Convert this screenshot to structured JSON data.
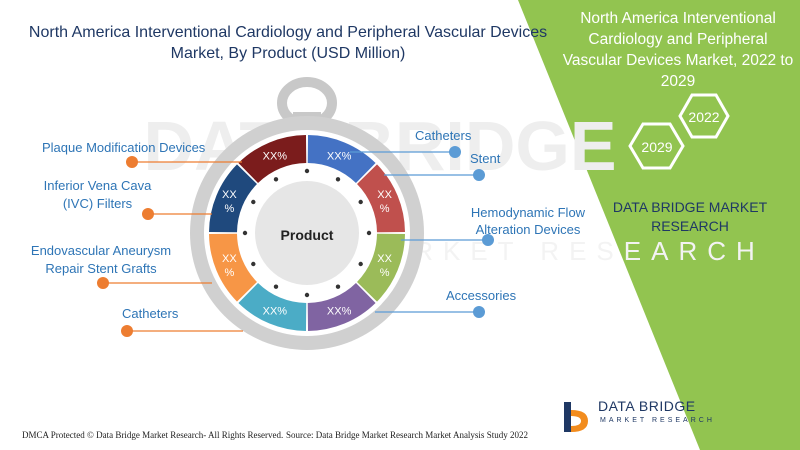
{
  "title": "North America Interventional Cardiology and Peripheral Vascular Devices Market, By Product (USD Million)",
  "side_panel": {
    "title": "North America Interventional Cardiology and Peripheral Vascular Devices Market, 2022 to 2029",
    "year_start": "2022",
    "year_end": "2029",
    "brand": "DATA BRIDGE MARKET RESEARCH"
  },
  "footer": {
    "dmca": "DMCA Protected © Data Bridge Market Research- All Rights Reserved.",
    "source": "Source: Data Bridge Market Research Market Analysis Study 2022"
  },
  "logo": {
    "name": "DATA BRIDGE",
    "tagline": "MARKET RESEARCH"
  },
  "watermark": {
    "line1": "DATA BRIDGE",
    "line2": "MARKET RESEARCH"
  },
  "colors": {
    "title": "#1f3864",
    "label_blue": "#2e75b6",
    "panel_green": "#92c450",
    "connector_right": "#5b9bd5",
    "connector_left": "#ed7d31"
  },
  "chart_data": {
    "type": "pie",
    "center_label": "Product",
    "segments": [
      {
        "value_label": "XX%",
        "color": "#4472c4"
      },
      {
        "value_label": "XX %",
        "color": "#c0504d"
      },
      {
        "value_label": "XX %",
        "color": "#9bbb59"
      },
      {
        "value_label": "XX%",
        "color": "#8064a2"
      },
      {
        "value_label": "XX%",
        "color": "#4bacc6"
      },
      {
        "value_label": "XX %",
        "color": "#f79646"
      },
      {
        "value_label": "XX %",
        "color": "#1f497d"
      },
      {
        "value_label": "XX%",
        "color": "#7b1c1c"
      }
    ],
    "labels_right": [
      "Catheters",
      "Stent",
      "Hemodynamic Flow Alteration Devices",
      "Accessories"
    ],
    "labels_left": [
      "Plaque Modification Devices",
      "Inferior Vena Cava (IVC) Filters",
      "Endovascular Aneurysm Repair Stent Grafts",
      "Catheters"
    ]
  }
}
